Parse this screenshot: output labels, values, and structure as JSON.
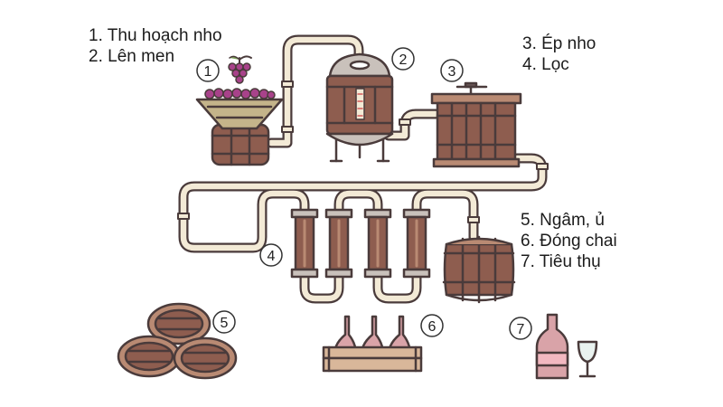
{
  "legend_groups": [
    {
      "items": [
        "1. Thu hoạch nho",
        "2. Lên men"
      ]
    },
    {
      "items": [
        "3. Ép nho",
        "4. Lọc"
      ]
    },
    {
      "items": [
        "5. Ngâm, ủ",
        "6. Đóng chai",
        "7. Tiêu thụ"
      ]
    }
  ],
  "badges": [
    "1",
    "2",
    "3",
    "4",
    "5",
    "6",
    "7"
  ],
  "colors": {
    "outline": "#4a3b3b",
    "pipe": "#f3ead6",
    "wood_dark": "#8e5d4f",
    "wood_light": "#b98a73",
    "barrel_band": "#6d5a5a",
    "steel": "#c9c1bb",
    "grape": "#a8428a",
    "hopper": "#c4b48a",
    "bottle": "#d9a3a8",
    "label_pink": "#f2b8c0",
    "crate": "#d9b79a"
  },
  "icons": [
    "grape-hopper-icon",
    "fermentation-tank-icon",
    "wine-press-icon",
    "filter-columns-icon",
    "aging-barrel-icon",
    "stacked-barrels-icon",
    "bottle-crate-icon",
    "wine-bottle-glass-icon"
  ]
}
